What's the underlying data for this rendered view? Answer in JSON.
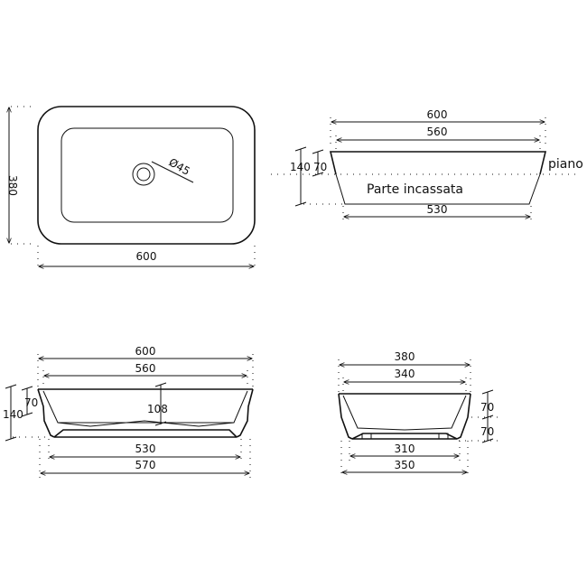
{
  "top_view": {
    "width_label": "600",
    "height_label": "380",
    "hole_label": "Ø45"
  },
  "recessed_view": {
    "top_width_label": "600",
    "inner_width_label": "560",
    "bottom_width_label": "530",
    "height_total_label": "140",
    "height_upper_label": "70",
    "surface_label": "piano",
    "recessed_label": "Parte incassata"
  },
  "front_view": {
    "top_width_label": "600",
    "inner_width_label": "560",
    "depth_label": "108",
    "base_inner_label": "530",
    "base_outer_label": "570",
    "height_upper_label": "70",
    "height_total_label": "140"
  },
  "side_view": {
    "top_width_label": "380",
    "inner_width_label": "340",
    "base_inner_label": "310",
    "base_outer_label": "350",
    "height_upper_label": "70",
    "height_lower_label": "70"
  }
}
